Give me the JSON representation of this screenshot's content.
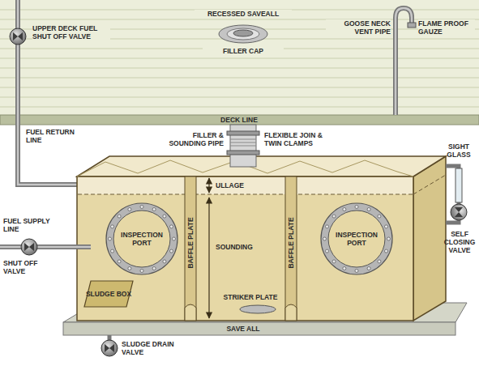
{
  "diagram": {
    "nodes": [
      {
        "text": [
          "INSPECTION PORT"
        ]
      },
      {
        "text": [
          "INSPECTION PORT"
        ]
      },
      {
        "text": [
          "SLUDGE BOX"
        ]
      }
    ],
    "labels": [
      "UPPER DECK FUEL SHUT OFF VALVE",
      "RECESSED SAVEALL",
      "FILLER CAP",
      "GOOSE NECK VENT PIPE",
      "FLAME PROOF GAUZE",
      "DECK LINE",
      "FUEL RETURN LINE",
      "FILLER & SOUNDING PIPE",
      "FLEXIBLE JOIN & TWIN CLAMPS",
      "SIGHT GLASS",
      "ULLAGE",
      "BAFFLE PLATE",
      "SOUNDING",
      "BAFFLE PLATE",
      "FUEL SUPPLY LINE",
      "SELF CLOSING VALVE",
      "SHUT OFF VALVE",
      "STRIKER PLATE",
      "SAVE ALL",
      "SLUDGE DRAIN VALVE"
    ]
  }
}
